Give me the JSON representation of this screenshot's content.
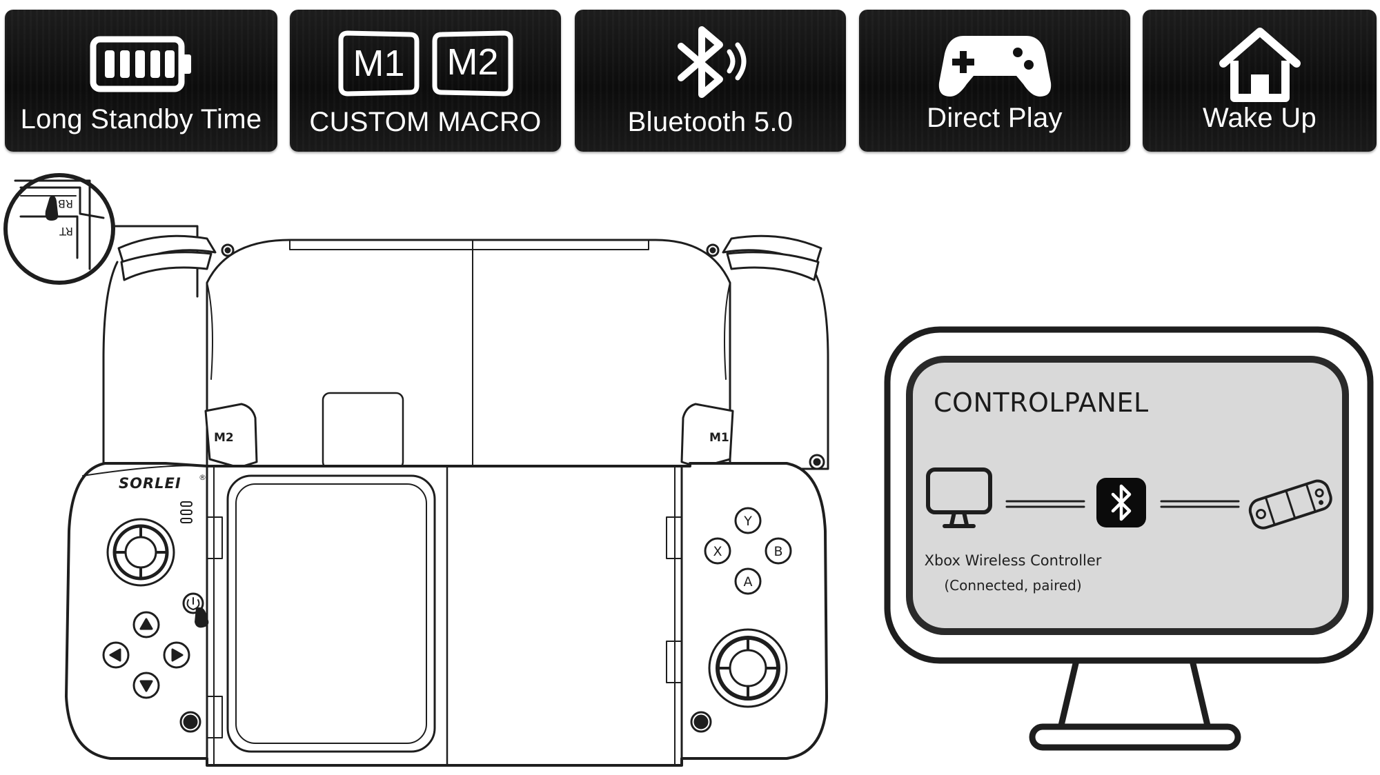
{
  "features": [
    {
      "label": "Long Standby Time",
      "icon": "battery-icon"
    },
    {
      "label": "CUSTOM MACRO",
      "icon": "macro-keys-icon",
      "keys": [
        "M1",
        "M2"
      ]
    },
    {
      "label": "Bluetooth 5.0",
      "icon": "bluetooth-icon"
    },
    {
      "label": "Direct Play",
      "icon": "gamepad-icon"
    },
    {
      "label": "Wake Up",
      "icon": "home-icon"
    }
  ],
  "controller": {
    "brand": "SORLEI",
    "registered_mark": "®",
    "left_macro": "M2",
    "right_macro": "M1",
    "face_buttons": [
      "Y",
      "X",
      "B",
      "A"
    ],
    "zoom_labels": [
      "RB",
      "RT"
    ]
  },
  "control_panel": {
    "title": "CONTROLPANEL",
    "device_name": "Xbox Wireless Controller",
    "device_status": "(Connected, paired)"
  },
  "colors": {
    "tile_bg": "#111111",
    "line": "#1e1e1e",
    "screen_bg": "#d9d9d9"
  }
}
